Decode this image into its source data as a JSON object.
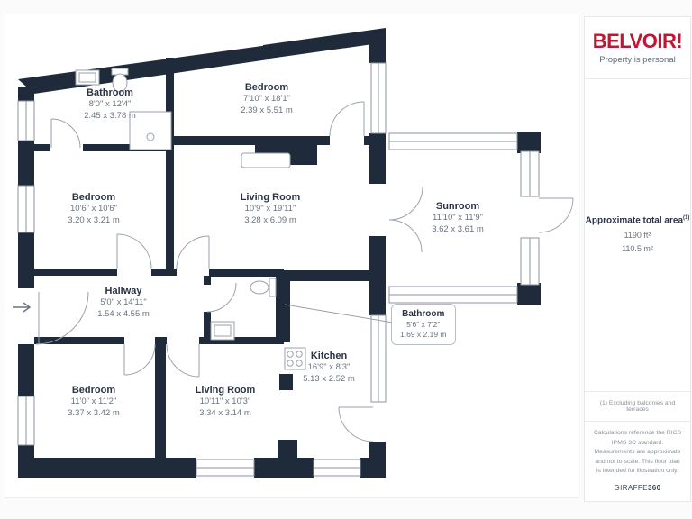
{
  "brand": {
    "name": "BELVOIR!",
    "tagline": "Property is personal",
    "color": "#c31432"
  },
  "area": {
    "title": "Approximate total area",
    "superscript": "(1)",
    "imperial": "1190 ft²",
    "metric": "110.5 m²"
  },
  "footnotes": {
    "note1": "(1) Excluding balconies and terraces",
    "disclaimer": "Calculations reference the RICS IPMS 3C standard. Measurements are approximate and not to scale. This floor plan is intended for illustration only.",
    "credit_regular": "GIRAFFE",
    "credit_bold": "360"
  },
  "colors": {
    "wall": "#1f2b3a",
    "accent": "#c31432",
    "thin_line": "#8d95a1"
  },
  "rooms": [
    {
      "id": "bathroom-top",
      "name": "Bathroom",
      "imperial": "8'0\" x 12'4\"",
      "metric": "2.45 x 3.78 m"
    },
    {
      "id": "bedroom-top",
      "name": "Bedroom",
      "imperial": "7'10\" x 18'1\"",
      "metric": "2.39 x 5.51 m"
    },
    {
      "id": "bedroom-mid",
      "name": "Bedroom",
      "imperial": "10'6\" x 10'6\"",
      "metric": "3.20 x 3.21 m"
    },
    {
      "id": "living-room-main",
      "name": "Living Room",
      "imperial": "10'9\" x 19'11\"",
      "metric": "3.28 x 6.09 m"
    },
    {
      "id": "sunroom",
      "name": "Sunroom",
      "imperial": "11'10\" x 11'9\"",
      "metric": "3.62 x 3.61 m"
    },
    {
      "id": "hallway",
      "name": "Hallway",
      "imperial": "5'0\" x 14'11\"",
      "metric": "1.54 x 4.55 m"
    },
    {
      "id": "bathroom-small",
      "name": "Bathroom",
      "imperial": "5'6\" x 7'2\"",
      "metric": "1.69 x 2.19 m"
    },
    {
      "id": "kitchen",
      "name": "Kitchen",
      "imperial": "16'9\" x 8'3\"",
      "metric": "5.13 x 2.52 m"
    },
    {
      "id": "bedroom-bottom",
      "name": "Bedroom",
      "imperial": "11'0\" x 11'2\"",
      "metric": "3.37 x 3.42 m"
    },
    {
      "id": "living-room-bottom",
      "name": "Living Room",
      "imperial": "10'11\" x 10'3\"",
      "metric": "3.34 x 3.14 m"
    }
  ]
}
